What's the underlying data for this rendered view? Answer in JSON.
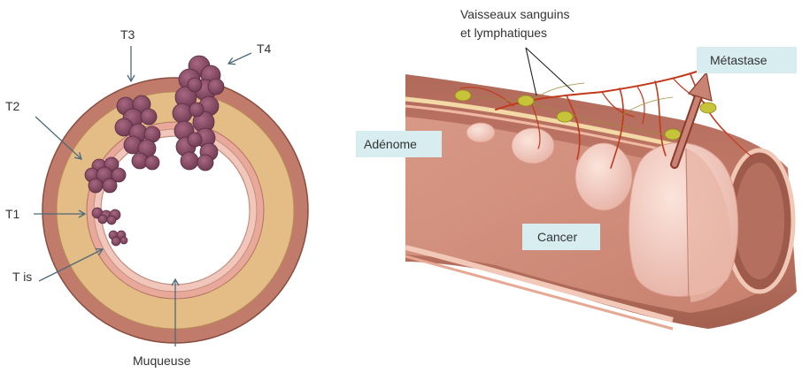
{
  "left_diagram": {
    "labels": {
      "t3": "T3",
      "t4": "T4",
      "t2": "T2",
      "t1": "T1",
      "tis": "T is",
      "muqueuse": "Muqueuse"
    }
  },
  "right_diagram": {
    "labels": {
      "vaisseaux_line1": "Vaisseaux sanguins",
      "vaisseaux_line2": "et lymphatiques",
      "metastase": "Métastase",
      "adenome": "Adénome",
      "cancer": "Cancer"
    }
  },
  "colors": {
    "serosa": "#c07b6a",
    "muscularis": "#e4bc86",
    "submucosa": "#e8a89a",
    "mucosa": "#f2c7bb",
    "tumor": "#8c4e66",
    "label_box": "#d7edf0",
    "arrow": "#4d6a78",
    "vessel": "#c23a1c",
    "lymph_node": "#c8c43a"
  }
}
